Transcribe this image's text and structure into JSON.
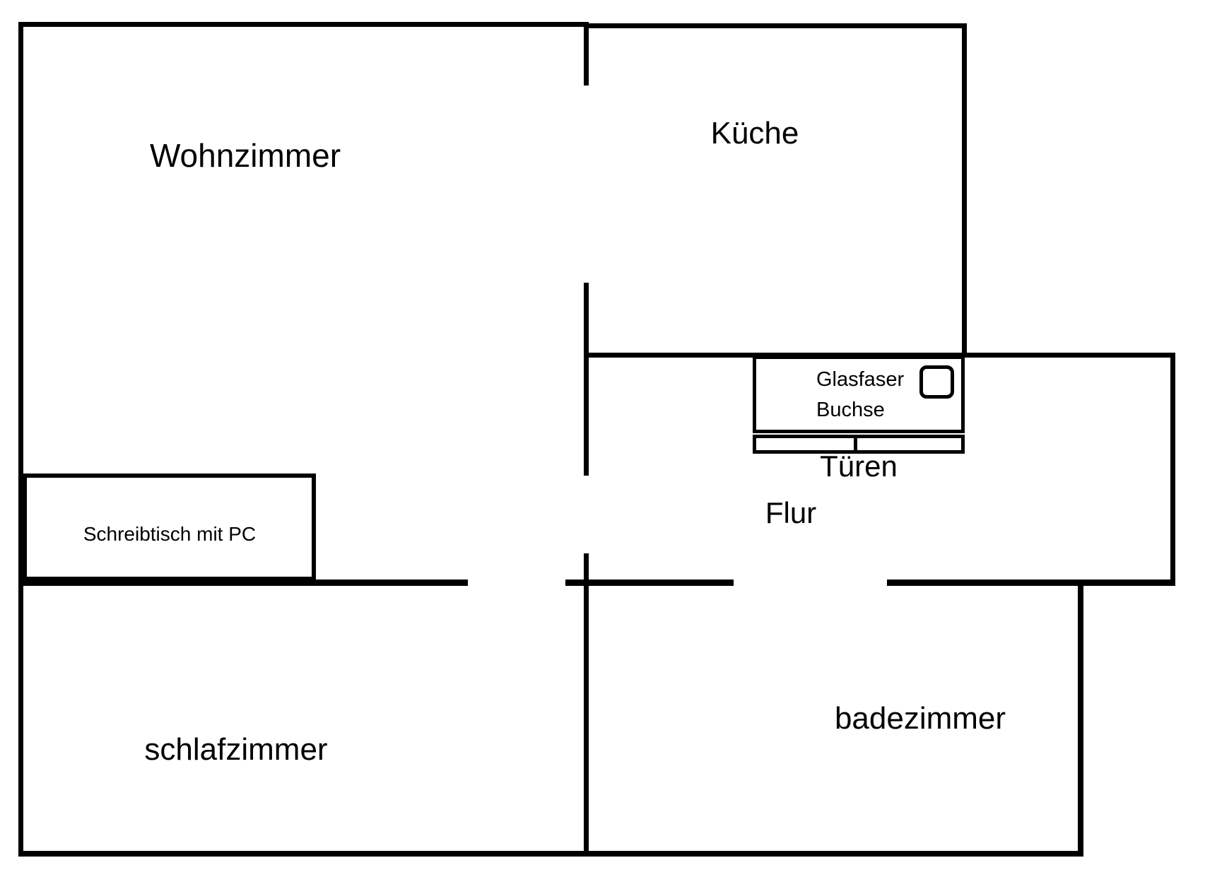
{
  "page": {
    "background_color": "#ffffff",
    "line_color": "#000000",
    "type_hint": "apartment floor plan sketch"
  },
  "rooms": {
    "living": {
      "label": "Wohnzimmer"
    },
    "kitchen": {
      "label": "Küche"
    },
    "hall": {
      "label": "Flur"
    },
    "bedroom": {
      "label": "schlafzimmer"
    },
    "bathroom": {
      "label": "badezimmer"
    }
  },
  "annotations": {
    "doors": {
      "label": "Türen"
    },
    "fiber_socket": {
      "line1": "Glasfaser",
      "line2": "Buchse"
    },
    "desk": {
      "label": "Schreibtisch mit PC"
    }
  }
}
